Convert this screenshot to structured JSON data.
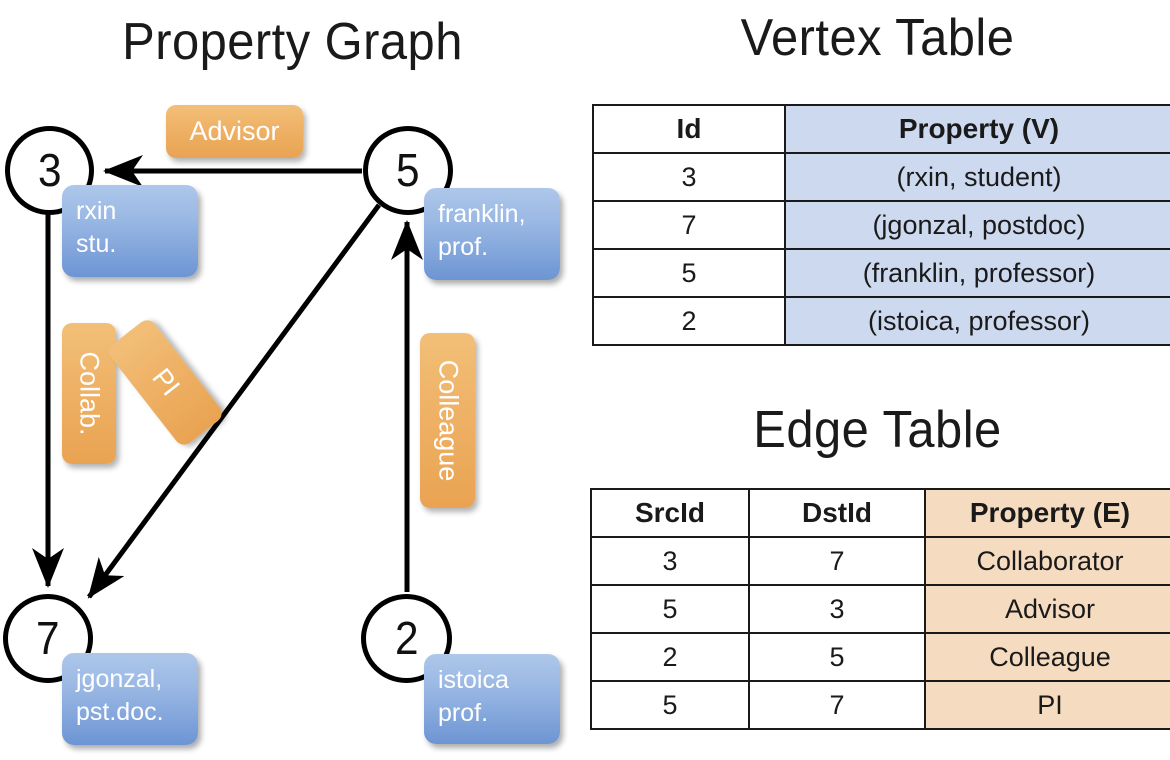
{
  "titles": {
    "property_graph": "Property Graph",
    "vertex_table": "Vertex Table",
    "edge_table": "Edge Table"
  },
  "graph": {
    "vertices": [
      {
        "id": "3",
        "property_label": "rxin\nstu.",
        "name": "rxin",
        "role": "stu."
      },
      {
        "id": "5",
        "property_label": "franklin,\nprof.",
        "name": "franklin,",
        "role": "prof."
      },
      {
        "id": "7",
        "property_label": "jgonzal,\npst.doc.",
        "name": "jgonzal,",
        "role": "pst.doc."
      },
      {
        "id": "2",
        "property_label": "istoica\nprof.",
        "name": "istoica",
        "role": "prof."
      }
    ],
    "edge_labels": [
      {
        "key": "advisor",
        "text": "Advisor",
        "orientation": "horizontal"
      },
      {
        "key": "collab",
        "text": "Collab.",
        "orientation": "vertical"
      },
      {
        "key": "pi",
        "text": "PI",
        "orientation": "diagonal"
      },
      {
        "key": "colleague",
        "text": "Colleague",
        "orientation": "vertical"
      }
    ],
    "edges": [
      {
        "src": "3",
        "dst": "7",
        "label": "Collab."
      },
      {
        "src": "5",
        "dst": "3",
        "label": "Advisor"
      },
      {
        "src": "2",
        "dst": "5",
        "label": "Colleague"
      },
      {
        "src": "5",
        "dst": "7",
        "label": "PI"
      }
    ]
  },
  "vertex_table": {
    "headers": [
      "Id",
      "Property (V)"
    ],
    "rows": [
      {
        "id": "3",
        "property": "(rxin, student)"
      },
      {
        "id": "7",
        "property": "(jgonzal, postdoc)"
      },
      {
        "id": "5",
        "property": "(franklin, professor)"
      },
      {
        "id": "2",
        "property": "(istoica, professor)"
      }
    ]
  },
  "edge_table": {
    "headers": [
      "SrcId",
      "DstId",
      "Property (E)"
    ],
    "rows": [
      {
        "src": "3",
        "dst": "7",
        "property": "Collaborator"
      },
      {
        "src": "5",
        "dst": "3",
        "property": "Advisor"
      },
      {
        "src": "2",
        "dst": "5",
        "property": "Colleague"
      },
      {
        "src": "5",
        "dst": "7",
        "property": "PI"
      }
    ]
  },
  "colors": {
    "vertex_property_fill": "#9bb9e4",
    "edge_label_fill": "#efb368",
    "vertex_table_accent": "#ccd9ef",
    "edge_table_accent": "#f5dcc0",
    "stroke": "#000000"
  }
}
